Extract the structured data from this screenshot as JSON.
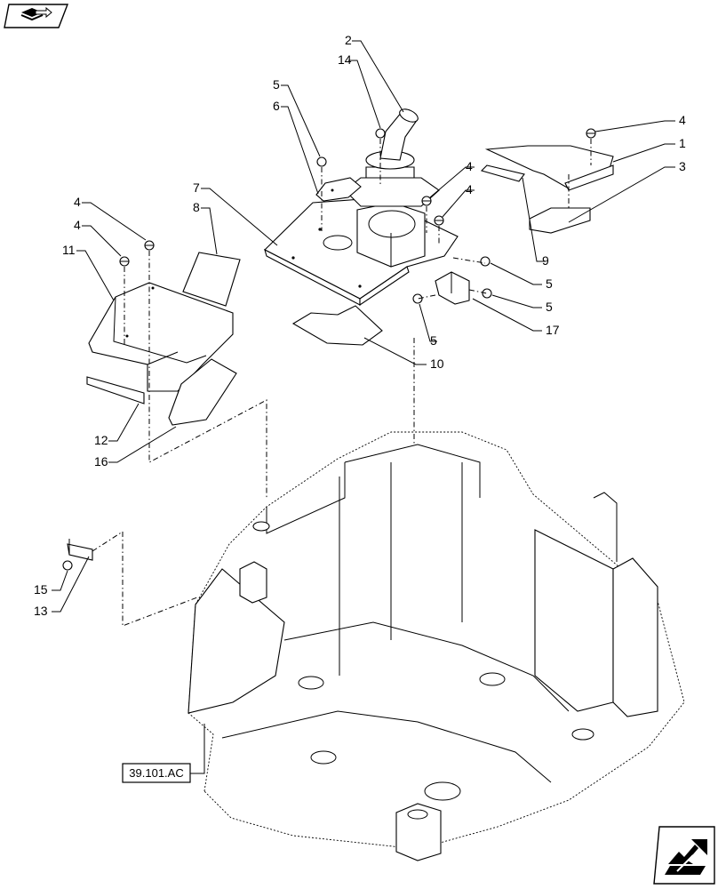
{
  "top_nav_icon": "previous-page-icon",
  "bottom_nav_icon": "next-page-icon",
  "reference_label": "39.101.AC",
  "callouts": [
    {
      "id": "c1",
      "text": "1"
    },
    {
      "id": "c2",
      "text": "2"
    },
    {
      "id": "c3",
      "text": "3"
    },
    {
      "id": "c4a",
      "text": "4"
    },
    {
      "id": "c4b",
      "text": "4"
    },
    {
      "id": "c4c",
      "text": "4"
    },
    {
      "id": "c4d",
      "text": "4"
    },
    {
      "id": "c4e",
      "text": "4"
    },
    {
      "id": "c5a",
      "text": "5"
    },
    {
      "id": "c5b",
      "text": "5"
    },
    {
      "id": "c5c",
      "text": "5"
    },
    {
      "id": "c5d",
      "text": "5"
    },
    {
      "id": "c6",
      "text": "6"
    },
    {
      "id": "c7",
      "text": "7"
    },
    {
      "id": "c8",
      "text": "8"
    },
    {
      "id": "c9",
      "text": "9"
    },
    {
      "id": "c10",
      "text": "10"
    },
    {
      "id": "c11",
      "text": "11"
    },
    {
      "id": "c12",
      "text": "12"
    },
    {
      "id": "c13",
      "text": "13"
    },
    {
      "id": "c14",
      "text": "14"
    },
    {
      "id": "c15",
      "text": "15"
    },
    {
      "id": "c16",
      "text": "16"
    },
    {
      "id": "c17",
      "text": "17"
    }
  ]
}
